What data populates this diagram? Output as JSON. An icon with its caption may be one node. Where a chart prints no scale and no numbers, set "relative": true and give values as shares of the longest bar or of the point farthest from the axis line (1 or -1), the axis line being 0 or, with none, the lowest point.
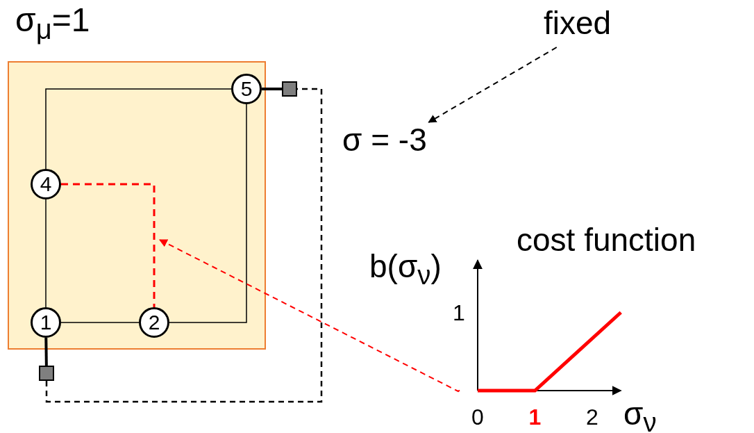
{
  "diagram": {
    "nodes": [
      {
        "text": [
          "σ$_{μ}$=1"
        ]
      },
      {
        "text": [
          "1"
        ],
        "in": 0
      },
      {
        "text": [
          "2"
        ],
        "in": 0
      },
      {
        "text": [
          "4"
        ],
        "in": 0
      },
      {
        "text": [
          "5"
        ],
        "in": 0
      },
      {
        "text": [],
        "shape": "box"
      },
      {
        "text": [],
        "shape": "box"
      },
      {
        "text": [
          "σ = -3"
        ]
      },
      {
        "text": [
          "fixed"
        ]
      },
      {
        "text": [],
        "shape": "picture"
      }
    ],
    "edges": [
      {
        "from": 1,
        "to": 2,
        "arrow": "none"
      },
      {
        "from": 1,
        "to": 3,
        "arrow": "none"
      },
      {
        "from": 3,
        "to": 4,
        "arrow": "none"
      },
      {
        "from": 4,
        "to": 2,
        "arrow": "none"
      },
      {
        "from": 3,
        "to": 2,
        "arrow": "none",
        "style": "dashed",
        "color": "#ff0000"
      },
      {
        "from": 1,
        "to": 5,
        "arrow": "none",
        "style": "thick"
      },
      {
        "from": 4,
        "to": 6,
        "arrow": "none",
        "style": "thick"
      },
      {
        "from": 5,
        "to": 6,
        "arrow": "none",
        "style": "dashed"
      },
      {
        "from": 8,
        "to": 7,
        "arrow": "to",
        "style": "dashed"
      },
      {
        "from": 9,
        "to": null,
        "arrow": "to",
        "style": "dashed",
        "color": "#ff0000"
      }
    ],
    "chart_data": {
      "type": "line",
      "title": "cost function",
      "xlabel": "σ$_{ν}$",
      "ylabel": "b(σ$_{ν}$)",
      "x": [
        0,
        1,
        2.5
      ],
      "series": [
        {
          "color": "#ff0000",
          "values": [
            0,
            0,
            1
          ]
        }
      ],
      "xlim": [
        0,
        2.5
      ],
      "relative": true,
      "xticks": [
        0,
        {
          "value": 1,
          "label": "**1**"
        },
        2
      ],
      "annotations": [
        {
          "text": "1"
        }
      ]
    }
  }
}
